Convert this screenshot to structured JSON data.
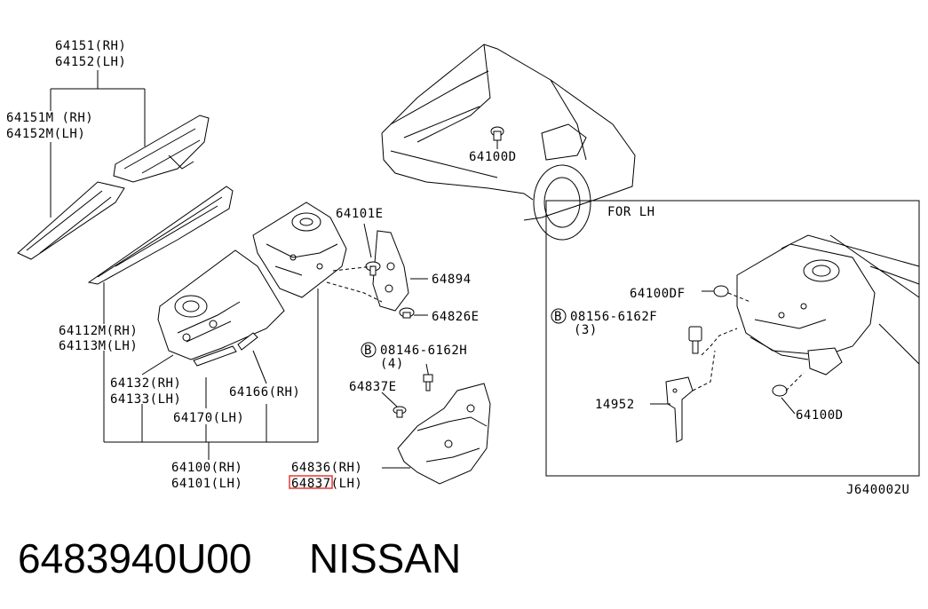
{
  "diagram": {
    "labels": {
      "p64151": "64151(RH)",
      "p64152": "64152(LH)",
      "p64151m": "64151M (RH)",
      "p64152m": "64152M(LH)",
      "p64112m": "64112M(RH)",
      "p64113m": "64113M(LH)",
      "p64132": "64132(RH)",
      "p64133": "64133(LH)",
      "p64166": "64166(RH)",
      "p64170": "64170(LH)",
      "p64100": "64100(RH)",
      "p64101": "64101(LH)",
      "p64101e": "64101E",
      "p64894": "64894",
      "p64826e": "64826E",
      "p08146": "08146-6162H",
      "p08146q": "(4)",
      "p64837e": "64837E",
      "p64836": "64836(RH)",
      "p64837": "64837(LH)",
      "p64100d_top": "64100D",
      "for_lh": "FOR LH",
      "p64100df": "64100DF",
      "p08156": "08156-6162F",
      "p08156q": "(3)",
      "p14952": "14952",
      "p64100d_inset": "64100D",
      "bolt_b": "B",
      "diagram_code": "J640002U"
    },
    "highlight_color": "#e53935"
  },
  "caption": {
    "part_number": "6483940U00",
    "brand": "NISSAN"
  }
}
